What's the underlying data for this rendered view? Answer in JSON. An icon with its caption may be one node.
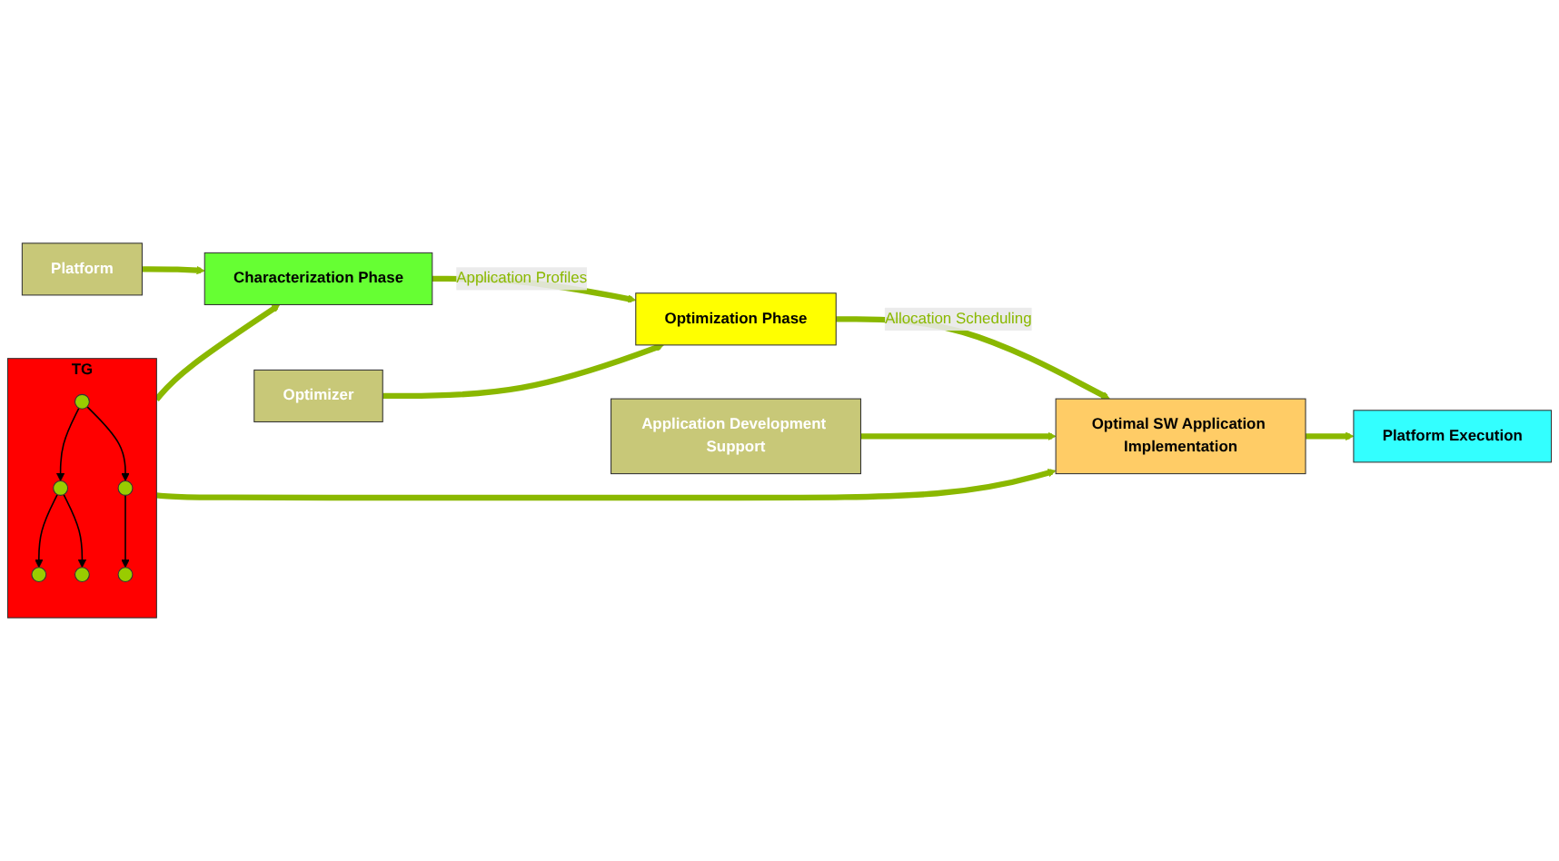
{
  "diagram": {
    "nodes": [
      {
        "text": [
          "TG"
        ]
      },
      {
        "text": [],
        "shape": "circle",
        "in": 0
      },
      {
        "text": [],
        "shape": "circle",
        "in": 0
      },
      {
        "text": [],
        "shape": "circle",
        "in": 0
      },
      {
        "text": [],
        "shape": "circle",
        "in": 0
      },
      {
        "text": [],
        "shape": "circle",
        "in": 0
      },
      {
        "text": [],
        "shape": "circle",
        "in": 0
      },
      {
        "text": [
          "Platform"
        ]
      },
      {
        "text": [
          "Characterization Phase"
        ]
      },
      {
        "text": [
          "Optimizer"
        ]
      },
      {
        "text": [
          "Optimization Phase"
        ]
      },
      {
        "text": [
          "Application Development Support"
        ]
      },
      {
        "text": [
          "Optimal SW Application Implementation"
        ]
      },
      {
        "text": [
          "Platform Execution"
        ]
      }
    ],
    "edges": [
      {
        "from": 1,
        "to": 2,
        "arrow": "to",
        "color": "#000000"
      },
      {
        "from": 1,
        "to": 3,
        "arrow": "to",
        "color": "#000000"
      },
      {
        "from": 2,
        "to": 4,
        "arrow": "to",
        "color": "#000000"
      },
      {
        "from": 2,
        "to": 5,
        "arrow": "to",
        "color": "#000000"
      },
      {
        "from": 3,
        "to": 6,
        "arrow": "to",
        "color": "#000000"
      },
      {
        "from": 0,
        "to": 8,
        "arrow": "to"
      },
      {
        "from": 7,
        "to": 8,
        "arrow": "to"
      },
      {
        "from": 8,
        "to": 10,
        "arrow": "to",
        "label": "Application Profiles"
      },
      {
        "from": 9,
        "to": 10,
        "arrow": "to"
      },
      {
        "from": 10,
        "to": 12,
        "arrow": "to",
        "label": "Allocation Scheduling"
      },
      {
        "from": 0,
        "to": 12,
        "arrow": "to"
      },
      {
        "from": 11,
        "to": 12,
        "arrow": "to"
      },
      {
        "from": 12,
        "to": 13,
        "arrow": "to"
      }
    ]
  }
}
